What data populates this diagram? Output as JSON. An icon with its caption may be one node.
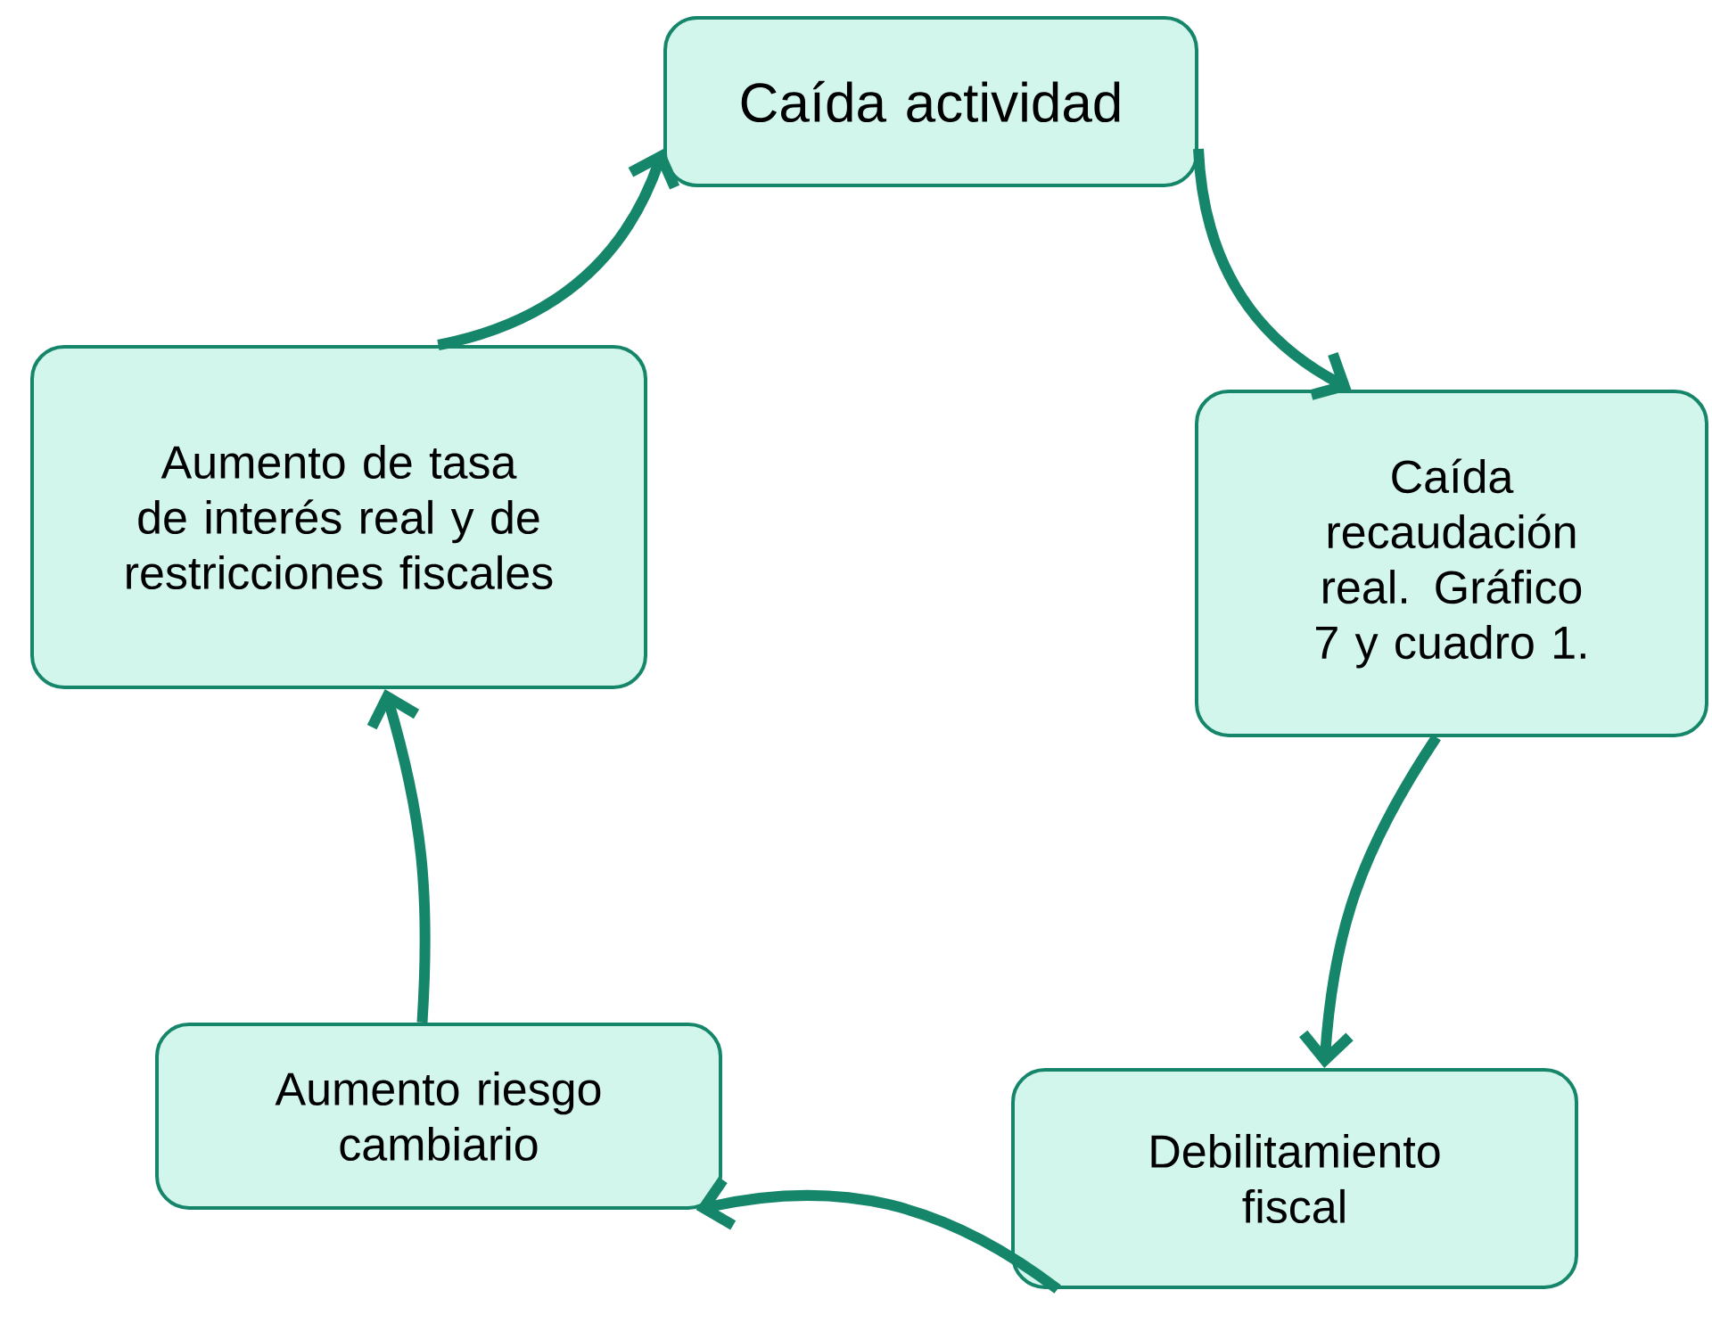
{
  "diagram": {
    "nodes": [
      {
        "text": [
          "Caída actividad"
        ]
      },
      {
        "text": [
          "Caída recaudación real. Gráfico 7 y cuadro 1."
        ]
      },
      {
        "text": [
          "Debilitamiento fiscal"
        ]
      },
      {
        "text": [
          "Aumento riesgo cambiario"
        ]
      },
      {
        "text": [
          "Aumento de tasa de interés real y de restricciones fiscales"
        ]
      }
    ],
    "edges": [
      {
        "from": 0,
        "to": 1,
        "arrow": "to"
      },
      {
        "from": 1,
        "to": 2,
        "arrow": "to"
      },
      {
        "from": 2,
        "to": 3,
        "arrow": "to"
      },
      {
        "from": 3,
        "to": 4,
        "arrow": "to"
      },
      {
        "from": 4,
        "to": 0,
        "arrow": "to"
      }
    ]
  }
}
